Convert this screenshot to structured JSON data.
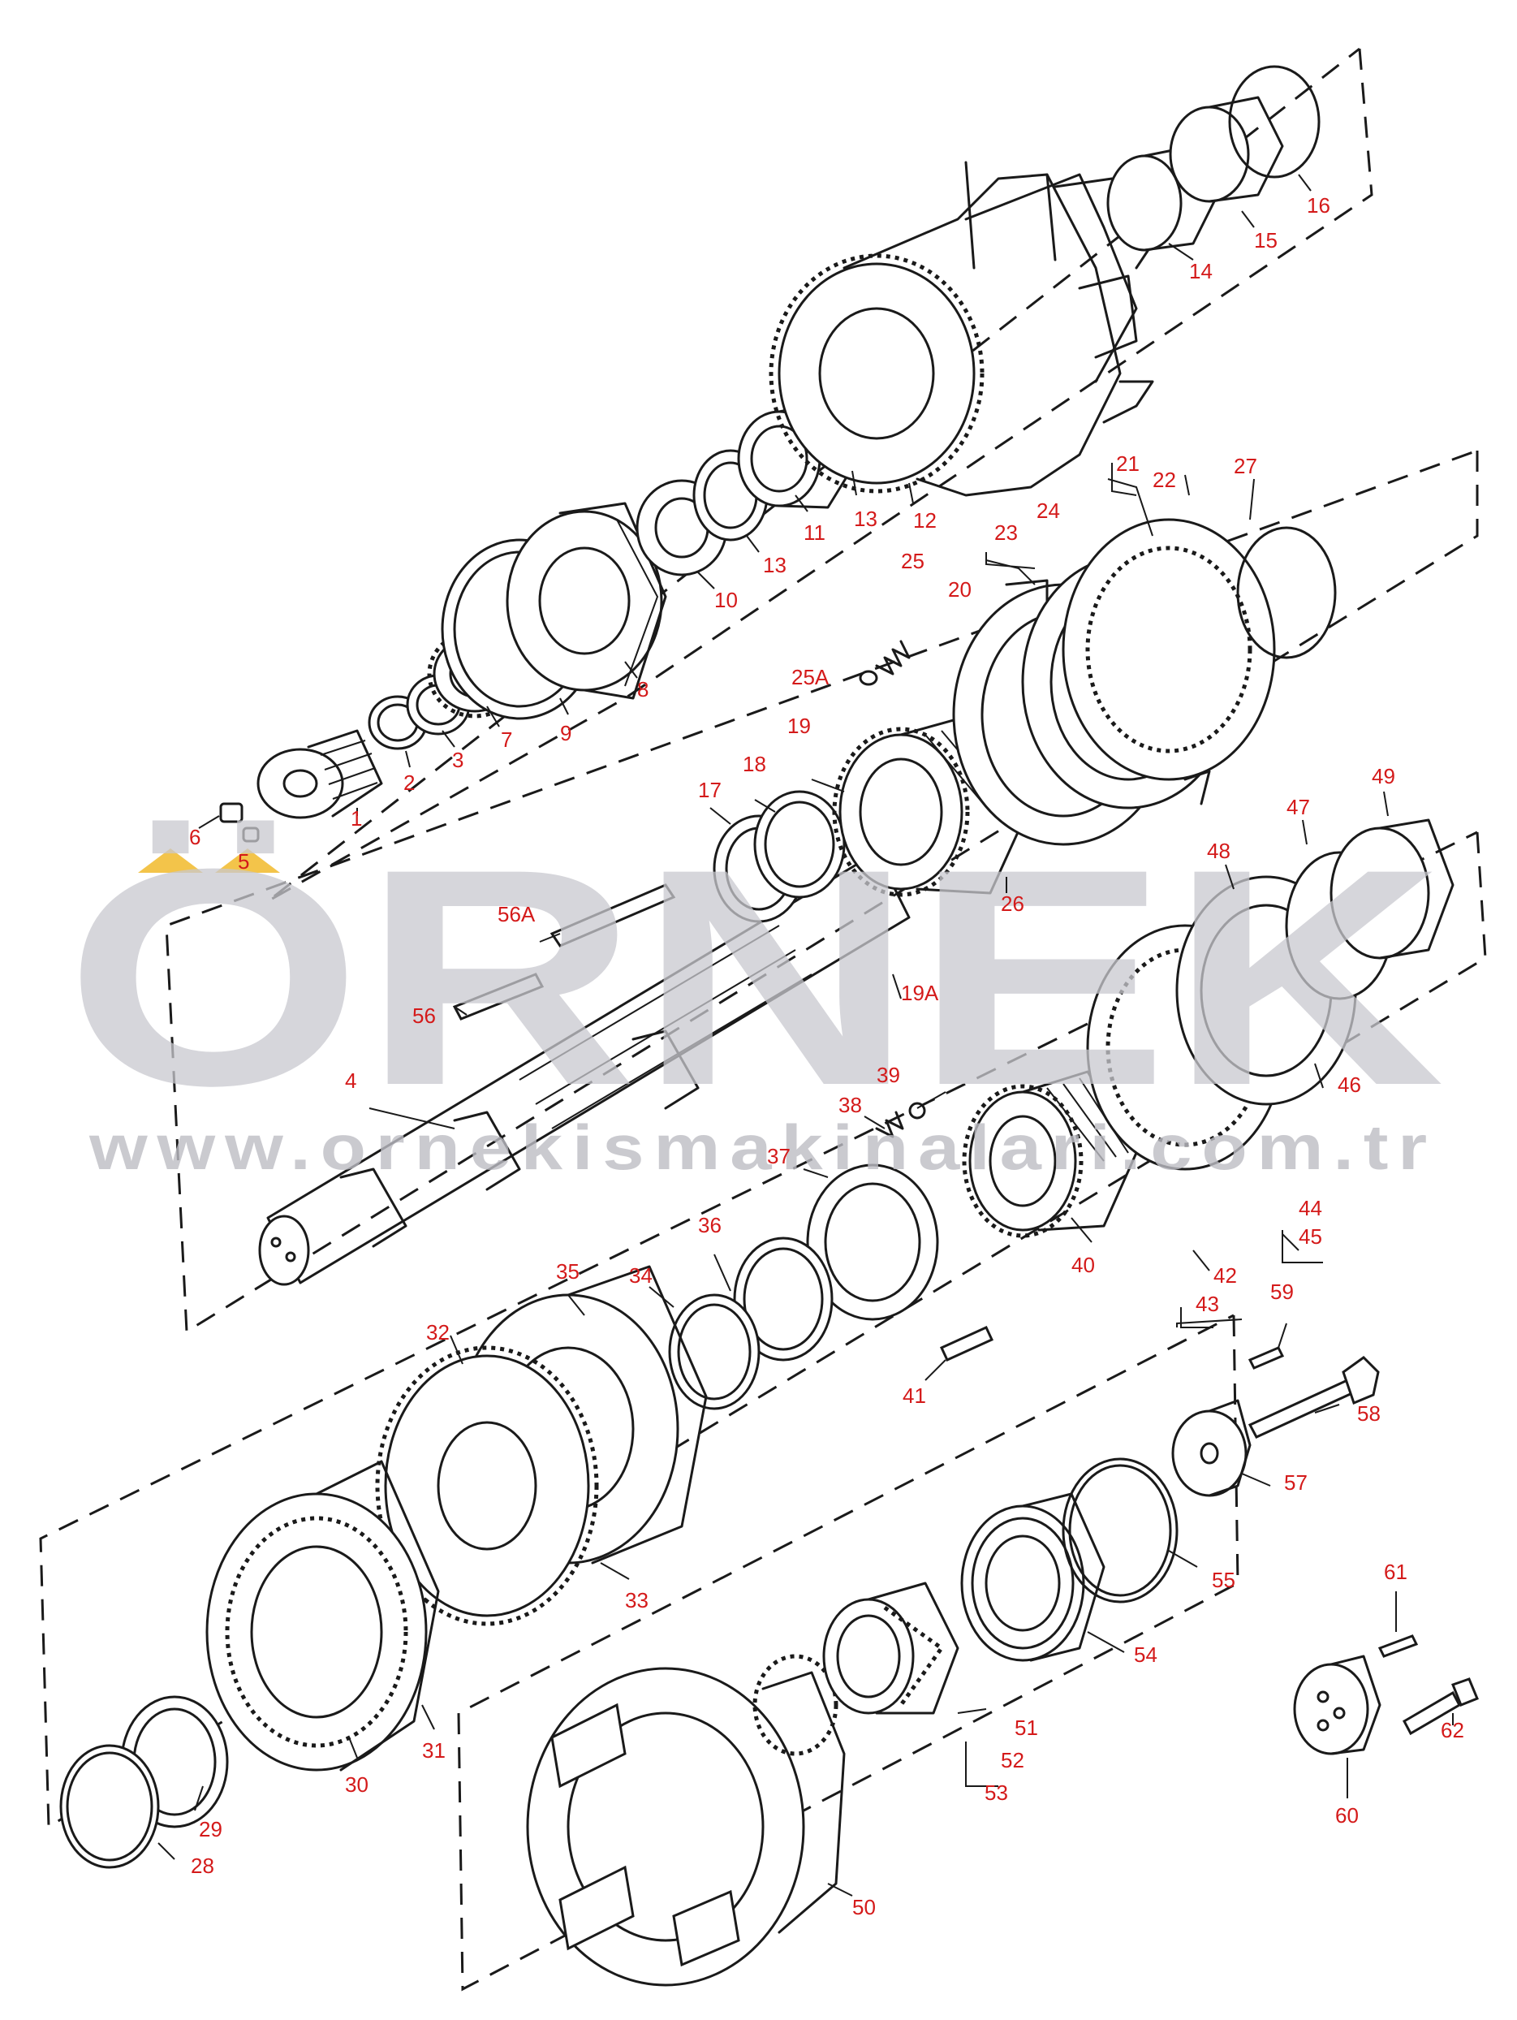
{
  "watermark": {
    "brand": "ÖRNEK",
    "url": "www.ornekismakinalari.com.tr",
    "accent_color": "#f3c44a"
  },
  "callouts": [
    {
      "id": "1",
      "text": "1"
    },
    {
      "id": "2",
      "text": "2"
    },
    {
      "id": "3",
      "text": "3"
    },
    {
      "id": "4",
      "text": "4"
    },
    {
      "id": "5",
      "text": "5"
    },
    {
      "id": "6",
      "text": "6"
    },
    {
      "id": "7",
      "text": "7"
    },
    {
      "id": "8",
      "text": "8"
    },
    {
      "id": "9",
      "text": "9"
    },
    {
      "id": "10",
      "text": "10"
    },
    {
      "id": "11",
      "text": "11"
    },
    {
      "id": "12",
      "text": "12"
    },
    {
      "id": "13a",
      "text": "13"
    },
    {
      "id": "13b",
      "text": "13"
    },
    {
      "id": "14",
      "text": "14"
    },
    {
      "id": "15",
      "text": "15"
    },
    {
      "id": "16",
      "text": "16"
    },
    {
      "id": "17",
      "text": "17"
    },
    {
      "id": "18",
      "text": "18"
    },
    {
      "id": "19",
      "text": "19"
    },
    {
      "id": "19A",
      "text": "19A"
    },
    {
      "id": "20",
      "text": "20"
    },
    {
      "id": "21",
      "text": "21"
    },
    {
      "id": "22",
      "text": "22"
    },
    {
      "id": "23",
      "text": "23"
    },
    {
      "id": "24",
      "text": "24"
    },
    {
      "id": "25",
      "text": "25"
    },
    {
      "id": "25A",
      "text": "25A"
    },
    {
      "id": "26",
      "text": "26"
    },
    {
      "id": "27",
      "text": "27"
    },
    {
      "id": "28",
      "text": "28"
    },
    {
      "id": "29",
      "text": "29"
    },
    {
      "id": "30",
      "text": "30"
    },
    {
      "id": "31",
      "text": "31"
    },
    {
      "id": "32",
      "text": "32"
    },
    {
      "id": "33",
      "text": "33"
    },
    {
      "id": "34",
      "text": "34"
    },
    {
      "id": "35",
      "text": "35"
    },
    {
      "id": "36",
      "text": "36"
    },
    {
      "id": "37",
      "text": "37"
    },
    {
      "id": "38",
      "text": "38"
    },
    {
      "id": "39",
      "text": "39"
    },
    {
      "id": "40",
      "text": "40"
    },
    {
      "id": "41",
      "text": "41"
    },
    {
      "id": "42",
      "text": "42"
    },
    {
      "id": "43",
      "text": "43"
    },
    {
      "id": "44",
      "text": "44"
    },
    {
      "id": "45",
      "text": "45"
    },
    {
      "id": "46",
      "text": "46"
    },
    {
      "id": "47",
      "text": "47"
    },
    {
      "id": "48",
      "text": "48"
    },
    {
      "id": "49",
      "text": "49"
    },
    {
      "id": "50",
      "text": "50"
    },
    {
      "id": "51",
      "text": "51"
    },
    {
      "id": "52",
      "text": "52"
    },
    {
      "id": "53",
      "text": "53"
    },
    {
      "id": "54",
      "text": "54"
    },
    {
      "id": "55",
      "text": "55"
    },
    {
      "id": "56",
      "text": "56"
    },
    {
      "id": "56A",
      "text": "56A"
    },
    {
      "id": "57",
      "text": "57"
    },
    {
      "id": "58",
      "text": "58"
    },
    {
      "id": "59",
      "text": "59"
    },
    {
      "id": "60",
      "text": "60"
    },
    {
      "id": "61",
      "text": "61"
    },
    {
      "id": "62",
      "text": "62"
    }
  ]
}
